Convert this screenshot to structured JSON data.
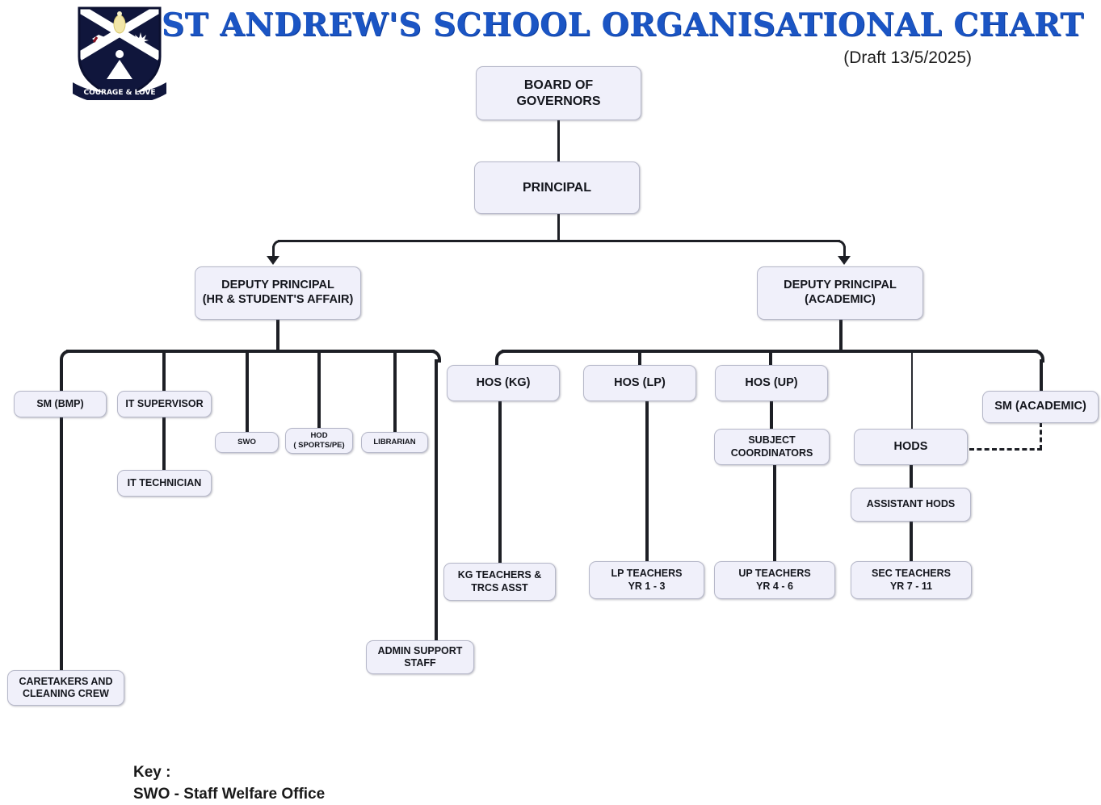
{
  "header": {
    "title": "ST ANDREW'S SCHOOL ORGANISATIONAL CHART",
    "draft": "(Draft 13/5/2025)",
    "crest_motto": "COURAGE & LOVE",
    "title_color": "#1b55c4"
  },
  "nodes": {
    "board": {
      "line1": "BOARD OF",
      "line2": "GOVERNORS"
    },
    "principal": {
      "line1": "PRINCIPAL"
    },
    "dp_hr": {
      "line1": "DEPUTY PRINCIPAL",
      "line2": "(HR & STUDENT'S AFFAIR)"
    },
    "dp_academic": {
      "line1": "DEPUTY PRINCIPAL",
      "line2": "(ACADEMIC)"
    },
    "sm_bmp": {
      "line1": "SM (BMP)"
    },
    "it_supervisor": {
      "line1": "IT SUPERVISOR"
    },
    "it_technician": {
      "line1": "IT TECHNICIAN"
    },
    "swo": {
      "line1": "SWO"
    },
    "hod_sports": {
      "line1": "HOD",
      "line2": "( SPORTS/PE)"
    },
    "librarian": {
      "line1": "LIBRARIAN"
    },
    "caretakers": {
      "line1": "CARETAKERS AND",
      "line2": "CLEANING CREW"
    },
    "admin_support": {
      "line1": "ADMIN SUPPORT",
      "line2": "STAFF"
    },
    "hos_kg": {
      "line1": "HOS (KG)"
    },
    "hos_lp": {
      "line1": "HOS (LP)"
    },
    "hos_up": {
      "line1": "HOS (UP)"
    },
    "subject_coords": {
      "line1": "SUBJECT",
      "line2": "COORDINATORS"
    },
    "hods": {
      "line1": "HODS"
    },
    "assistant_hods": {
      "line1": "ASSISTANT HODS"
    },
    "sm_academic": {
      "line1": "SM (ACADEMIC)"
    },
    "kg_teachers": {
      "line1": "KG TEACHERS &",
      "line2": "TRCS ASST"
    },
    "lp_teachers": {
      "line1": "LP TEACHERS",
      "line2": "YR 1 - 3"
    },
    "up_teachers": {
      "line1": "UP TEACHERS",
      "line2": "YR 4 - 6"
    },
    "sec_teachers": {
      "line1": "SEC TEACHERS",
      "line2": "YR 7 - 11"
    }
  },
  "key": {
    "label": "Key :",
    "entries": [
      "SWO - Staff Welfare Office"
    ]
  }
}
